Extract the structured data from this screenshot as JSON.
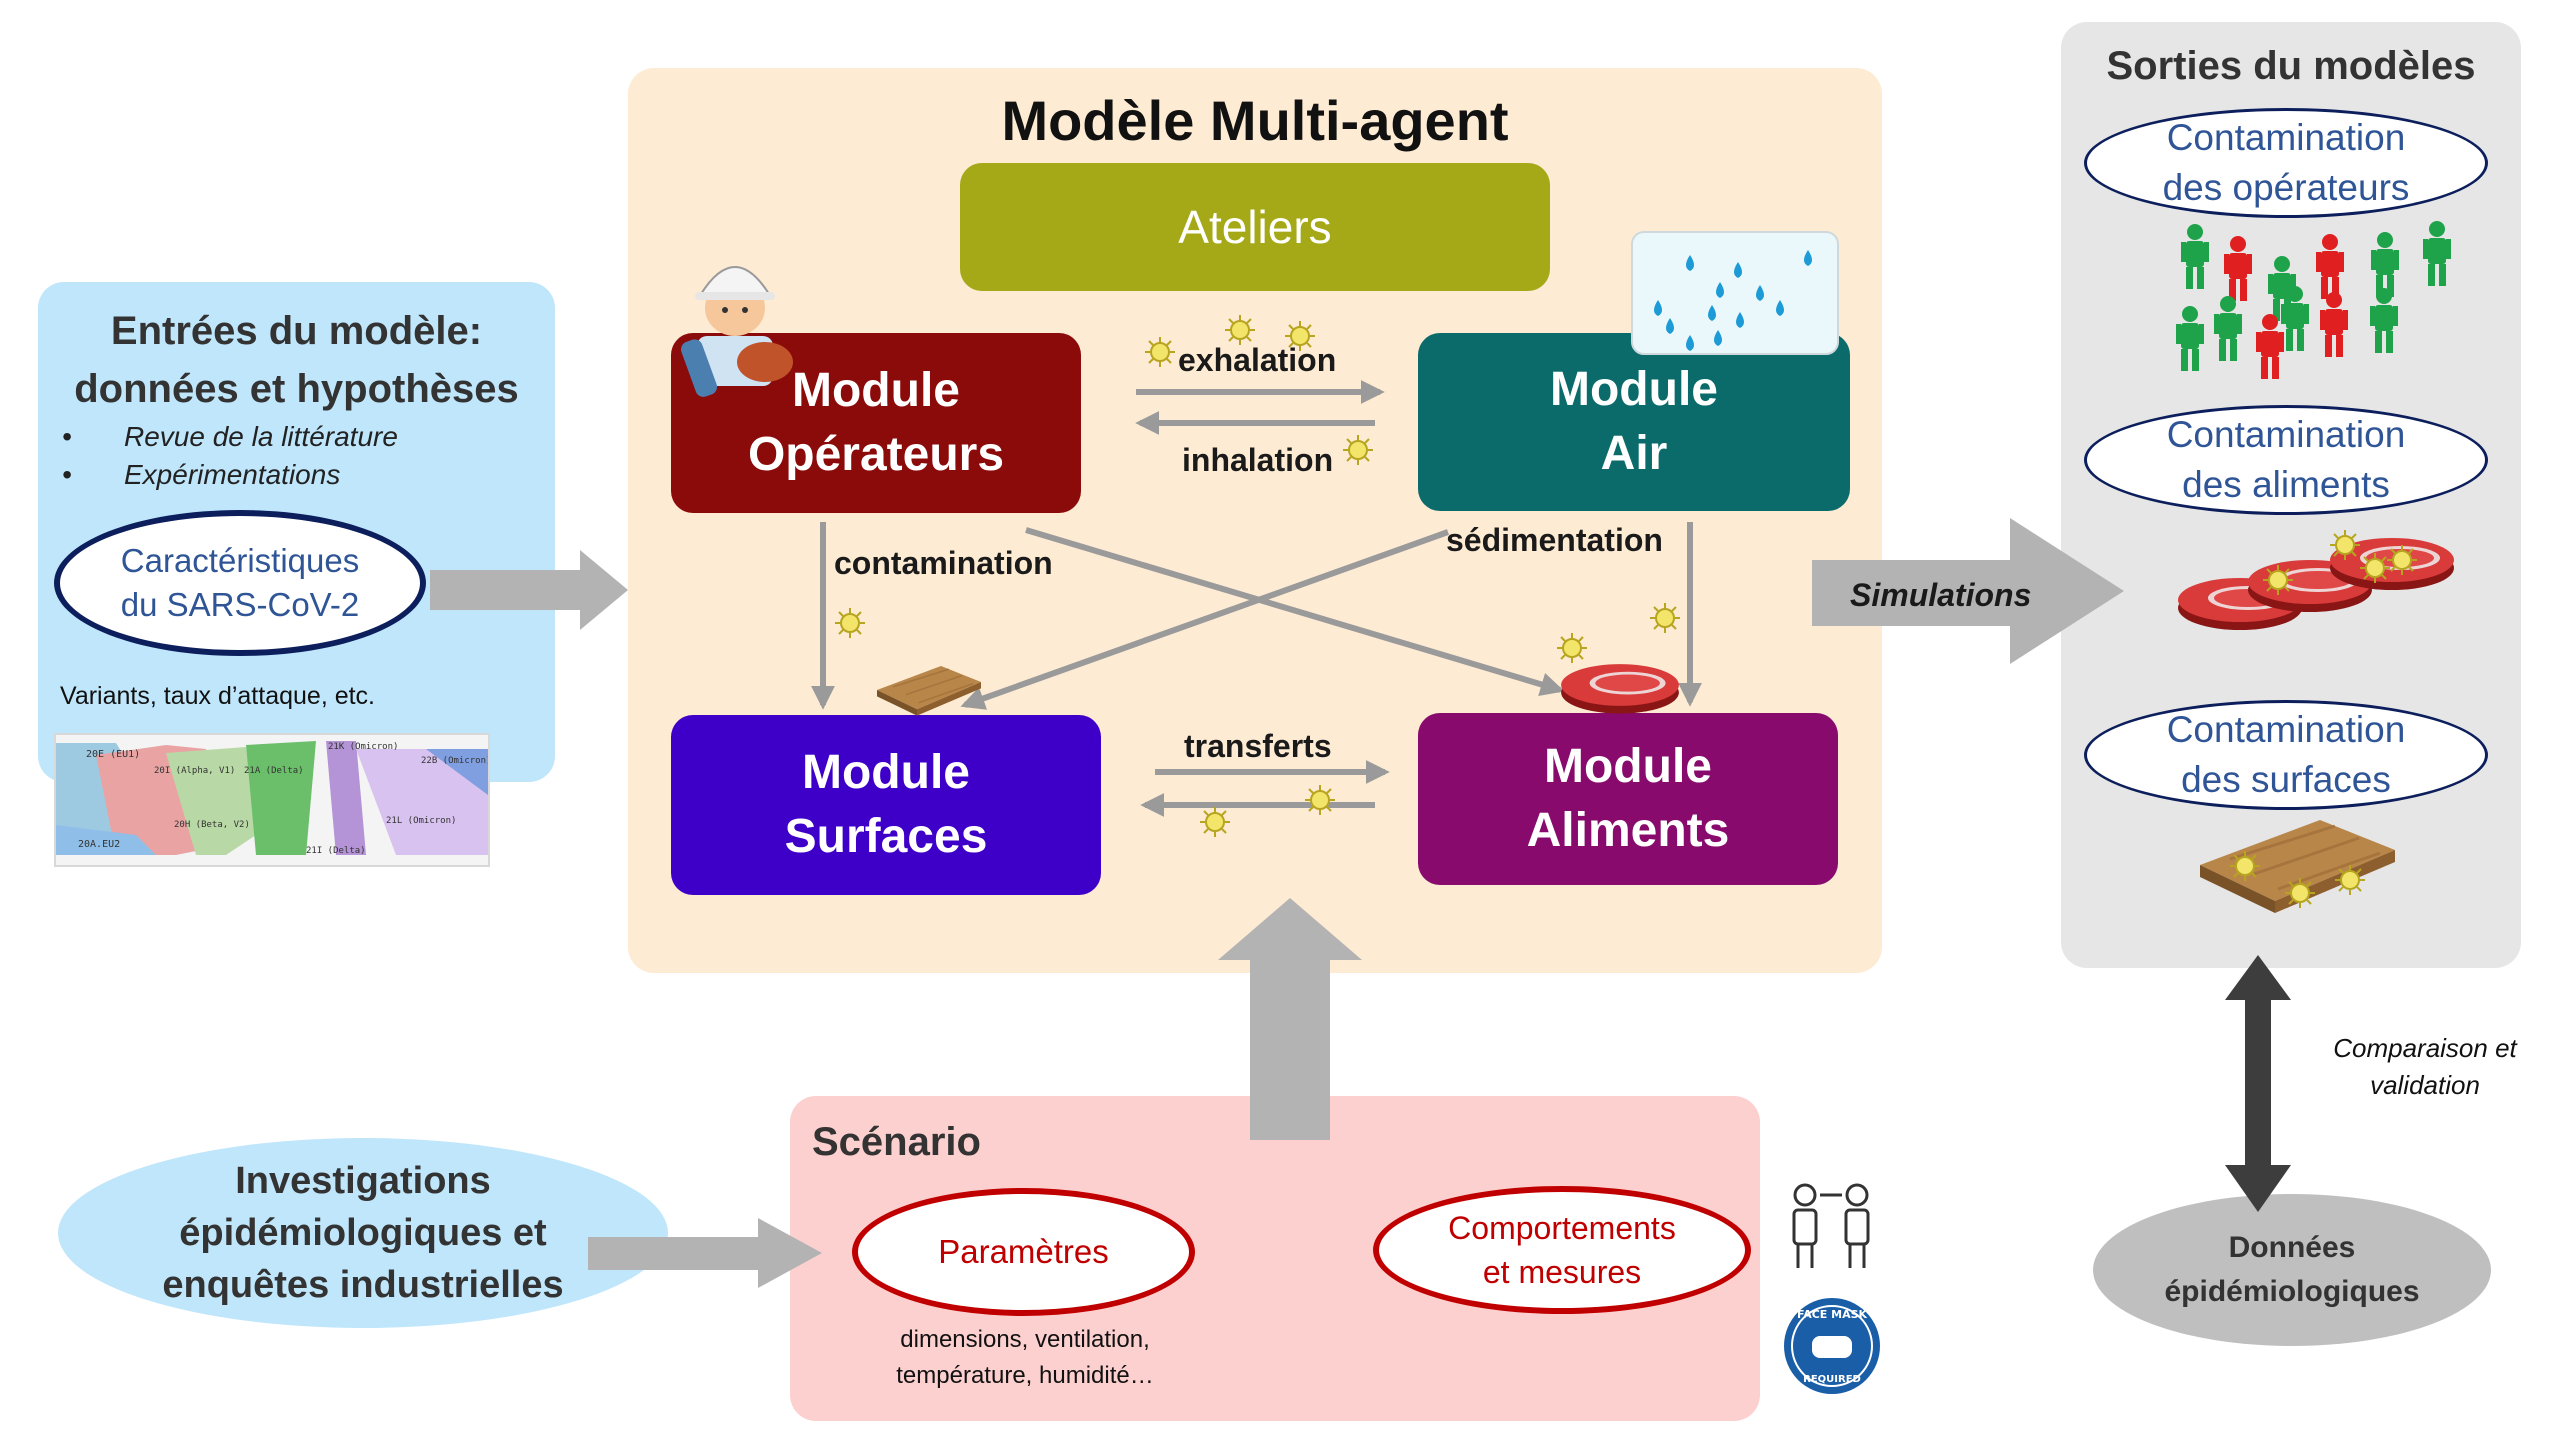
{
  "inputs": {
    "title_line1": "Entrées du modèle:",
    "title_line2": "données et hypothèses",
    "bullets": [
      "Revue de la littérature",
      "Expérimentations"
    ],
    "sars_line1": "Caractéristiques",
    "sars_line2": "du SARS-CoV-2",
    "variants_note": "Variants, taux d’attaque, etc.",
    "variant_chart_labels": [
      "20E (EU1)",
      "20I (Alpha, V1)",
      "21A (Delta)",
      "21K (Omicron)",
      "22B (Omicron)",
      "20H (Beta, V2)",
      "21L (Omicron)",
      "20A.EU2",
      "21I (Delta)"
    ]
  },
  "model": {
    "title": "Modèle Multi-agent",
    "ateliers": "Ateliers",
    "operateurs": [
      "Module",
      "Opérateurs"
    ],
    "air": [
      "Module",
      "Air"
    ],
    "surfaces": [
      "Module",
      "Surfaces"
    ],
    "aliments": [
      "Module",
      "Aliments"
    ],
    "exhalation": "exhalation",
    "inhalation": "inhalation",
    "contamination": "contamination",
    "sedimentation": "sédimentation",
    "transferts": "transferts"
  },
  "simulations": "Simulations",
  "outputs": {
    "title": "Sorties du modèles",
    "operators_line1": "Contamination",
    "operators_line2": "des opérateurs",
    "foods_line1": "Contamination",
    "foods_line2": "des aliments",
    "surfaces_line1": "Contamination",
    "surfaces_line2": "des surfaces"
  },
  "comparison_line1": "Comparaison et",
  "comparison_line2": "validation",
  "epi_data_line1": "Données",
  "epi_data_line2": "épidémiologiques",
  "investigations": [
    "Investigations",
    "épidémiologiques et",
    "enquêtes industrielles"
  ],
  "scenario": {
    "title": "Scénario",
    "parametres": "Paramètres",
    "param_note_line1": "dimensions, ventilation,",
    "param_note_line2": "température, humidité…",
    "behaviour_line1": "Comportements",
    "behaviour_line2": "et mesures",
    "mask_badge_top": "FACE MASK",
    "mask_badge_bottom": "REQUIRED"
  },
  "colors": {
    "inputs_bg": "#bfe6fb",
    "model_bg": "#fdebd3",
    "outputs_bg": "#e6e6e6",
    "scenario_bg": "#fdd0d0",
    "ateliers": "#a5a918",
    "operateurs": "#8b0a0a",
    "air": "#0b6b6b",
    "surfaces": "#3e00c8",
    "aliments": "#870a6c",
    "ellipse_border": "#0c1f5c",
    "scenario_ellipse_border": "#c00000",
    "arrow_grey": "#b3b3b3"
  }
}
